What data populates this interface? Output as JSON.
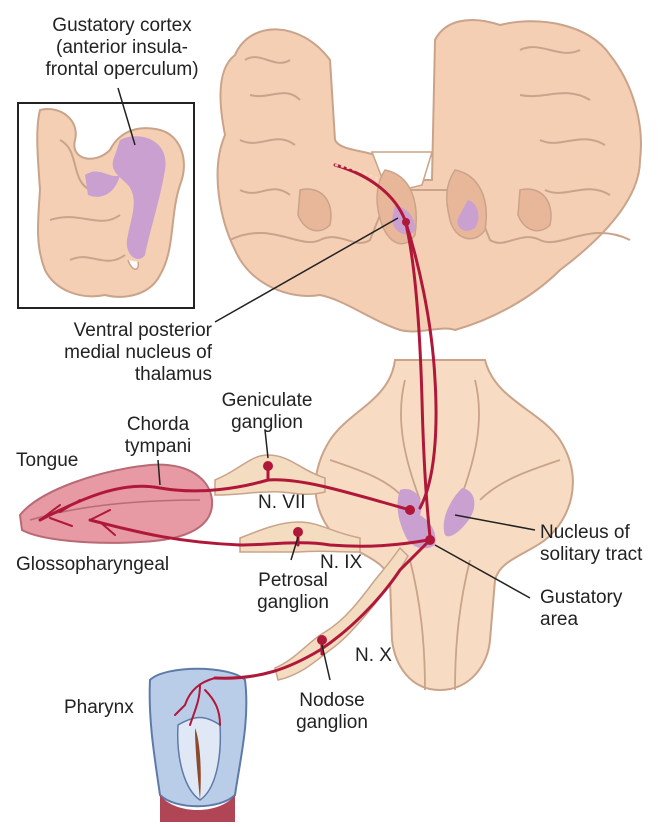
{
  "labels": {
    "gustatory_cortex": [
      "Gustatory cortex",
      "(anterior insula-",
      "frontal operculum)"
    ],
    "vpm": [
      "Ventral posterior",
      "medial nucleus of",
      "thalamus"
    ],
    "geniculate": [
      "Geniculate",
      "ganglion"
    ],
    "chorda": [
      "Chorda",
      "tympani"
    ],
    "tongue": "Tongue",
    "n7": "N. VII",
    "n9": "N. IX",
    "n10": "N. X",
    "glosso": "Glossopharyngeal",
    "petrosal": [
      "Petrosal",
      "ganglion"
    ],
    "nodose": [
      "Nodose",
      "ganglion"
    ],
    "pharynx": "Pharynx",
    "nts": [
      "Nucleus of",
      "solitary tract"
    ],
    "gustatory_area": [
      "Gustatory",
      "area"
    ]
  },
  "colors": {
    "brain": "#f5cfb4",
    "brain_outline": "#c9a38a",
    "gray_matter": "#e8b79a",
    "taste_region": "#c9a0d0",
    "nerve": "#b0183a",
    "nerve_sheath": "#f4dcc0",
    "brainstem": "#f7dcc3",
    "tongue": "#e79aa3",
    "pharynx_blue": "#b9cde8"
  }
}
